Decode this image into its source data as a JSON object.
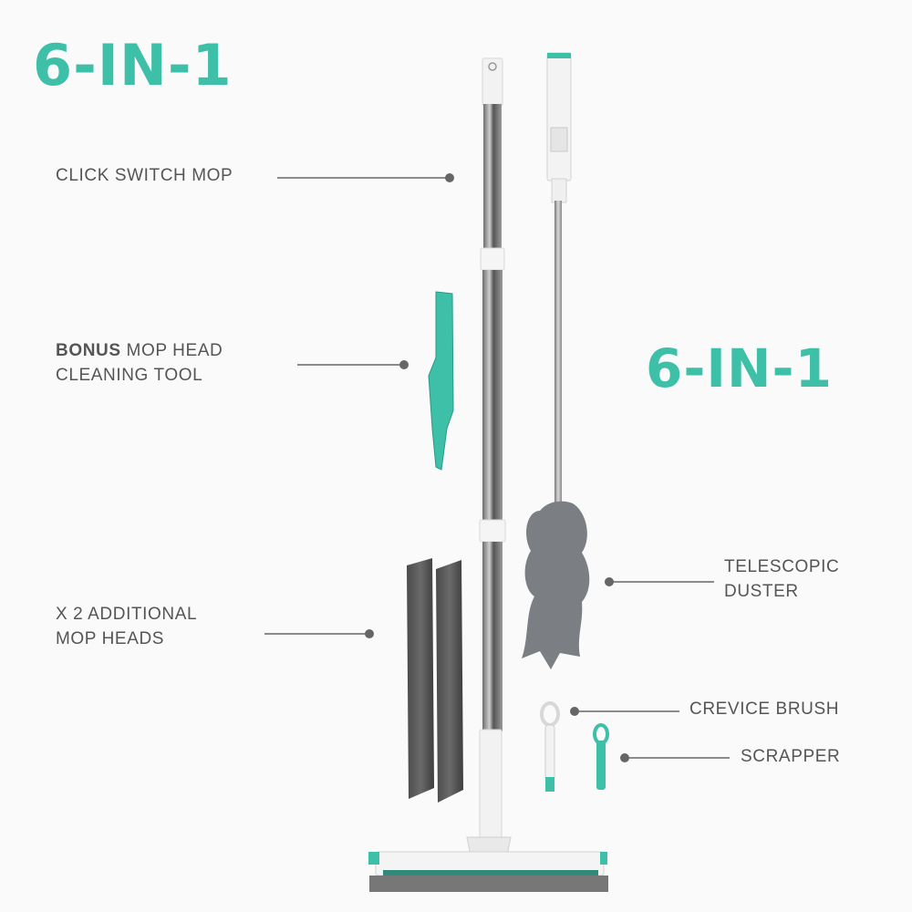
{
  "headline": "6-IN-1",
  "headline_repeat": "6-IN-1",
  "colors": {
    "accent": "#3dbfa8",
    "text": "#555555",
    "leader": "#666666",
    "background": "#fafafa"
  },
  "callouts": {
    "mop": "CLICK SWITCH MOP",
    "tool_bold": "BONUS",
    "tool_rest": "MOP HEAD",
    "tool_line2": "CLEANING TOOL",
    "heads_line1": "X 2 ADDITIONAL",
    "heads_line2": "MOP HEADS",
    "duster_line1": "TELESCOPIC",
    "duster_line2": "DUSTER",
    "crevice": "CREVICE BRUSH",
    "scrapper": "SCRAPPER"
  }
}
